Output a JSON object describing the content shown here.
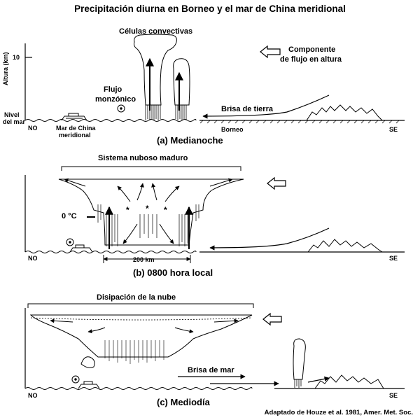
{
  "title": "Precipitación diurna en Borneo y el mar de China meridional",
  "credit": "Adaptado de Houze et al. 1981, Amer. Met. Soc.",
  "colors": {
    "ink": "#000000",
    "background": "#ffffff"
  },
  "panel_a": {
    "caption": "(a) Medianoche",
    "convective_cells": "Células convectivas",
    "upper_flow_line1": "Componente",
    "upper_flow_line2": "de flujo en altura",
    "monsoon_flow_line1": "Flujo",
    "monsoon_flow_line2": "monzónico",
    "land_breeze": "Brisa de tierra",
    "height_axis": "Altura (km)",
    "height_tick": "10",
    "sea_level_line1": "Nivel",
    "sea_level_line2": "del mar",
    "dir_west": "NO",
    "dir_east": "SE",
    "sea_name_line1": "Mar de China",
    "sea_name_line2": "meridional",
    "land_name": "Borneo"
  },
  "panel_b": {
    "caption": "(b) 0800 hora local",
    "mature_cloud": "Sistema nuboso maduro",
    "freezing_level": "0 °C",
    "scale": "200 km",
    "dir_west": "NO",
    "dir_east": "SE"
  },
  "panel_c": {
    "caption": "(c) Mediodía",
    "dissipation": "Disipación de la nube",
    "sea_breeze": "Brisa de mar",
    "dir_west": "NO",
    "dir_east": "SE"
  }
}
